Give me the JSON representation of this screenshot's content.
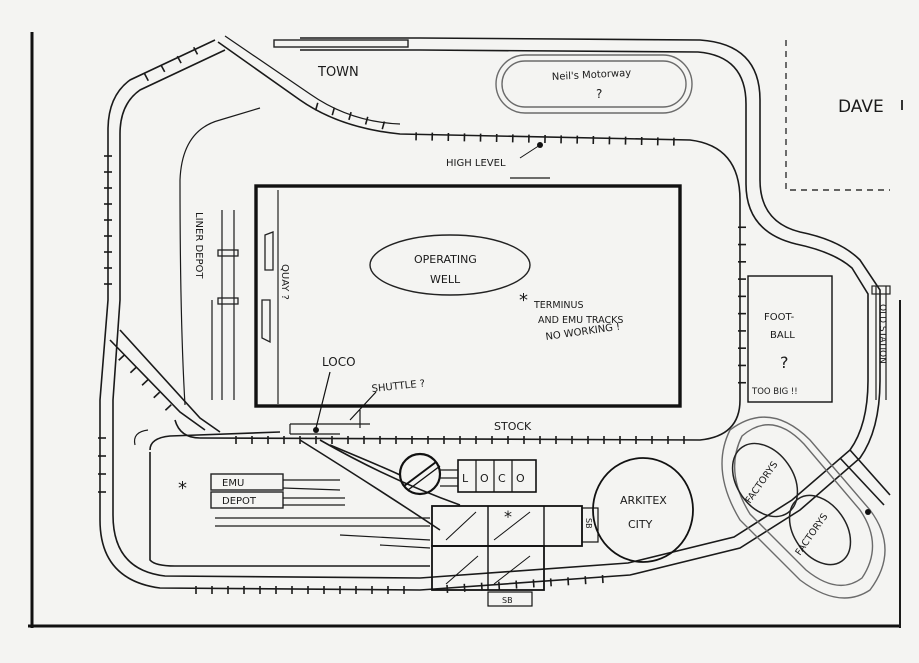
{
  "labels": {
    "town": "TOWN",
    "motorway": "Neil's Motorway",
    "motorway_q": "?",
    "dave": "DAVE",
    "high_level": "HIGH LEVEL",
    "operating_well_1": "OPERATING",
    "operating_well_2": "WELL",
    "terminus_1": "TERMINUS",
    "terminus_2": "AND EMU TRACKS",
    "terminus_3": "NO WORKING !",
    "liner_depot": "LINER DEPOT",
    "quay": "QUAY ?",
    "loco_top": "LOCO",
    "shuttle": "SHUTTLE ?",
    "stock": "STOCK",
    "football_1": "FOOT-",
    "football_2": "BALL",
    "football_q": "?",
    "football_too_big": "TOO BIG !!",
    "old_station": "OLD STATION",
    "emu": "EMU",
    "depot": "DEPOT",
    "loco_shed": [
      "L",
      "O",
      "C",
      "O"
    ],
    "arkitex_1": "ARKITEX",
    "arkitex_2": "CITY",
    "factorys_1": "FACTORYS",
    "factorys_2": "FACTORYS",
    "sb_right": "SB",
    "sb_bottom": "SB",
    "star_1": "*",
    "star_2": "*",
    "star_3": "*"
  }
}
